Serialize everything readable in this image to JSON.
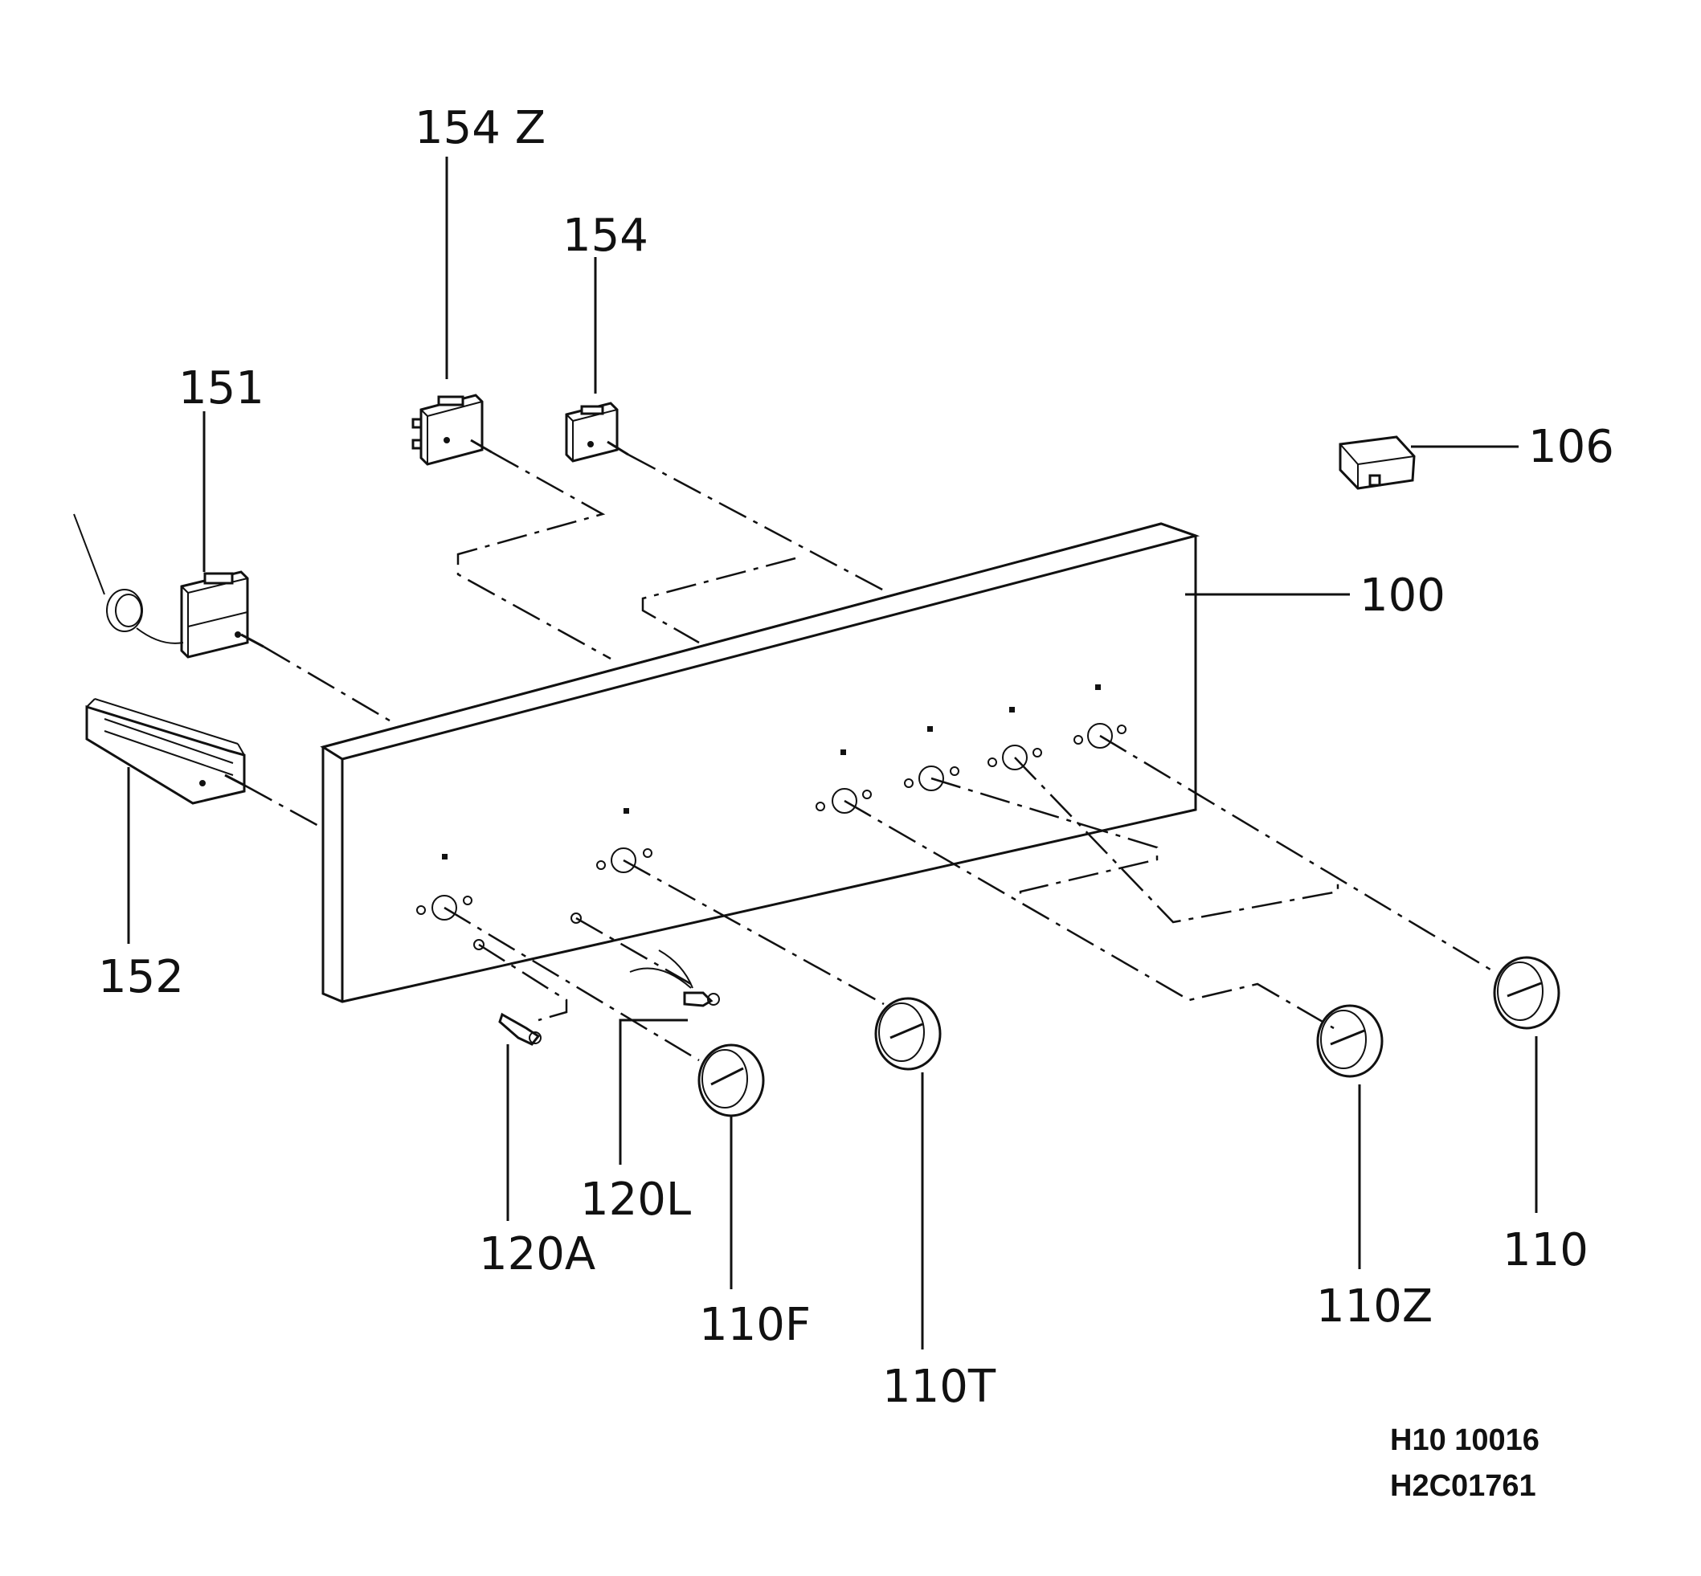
{
  "labels": {
    "l154z": "154 Z",
    "l154": "154",
    "l151": "151",
    "l106": "106",
    "l100": "100",
    "l152": "152",
    "l120a": "120A",
    "l120l": "120L",
    "l110f": "110F",
    "l110t": "110T",
    "l110z": "110Z",
    "l110": "110"
  },
  "reference": {
    "line1": "H10 10016",
    "line2": "H2C01761"
  }
}
